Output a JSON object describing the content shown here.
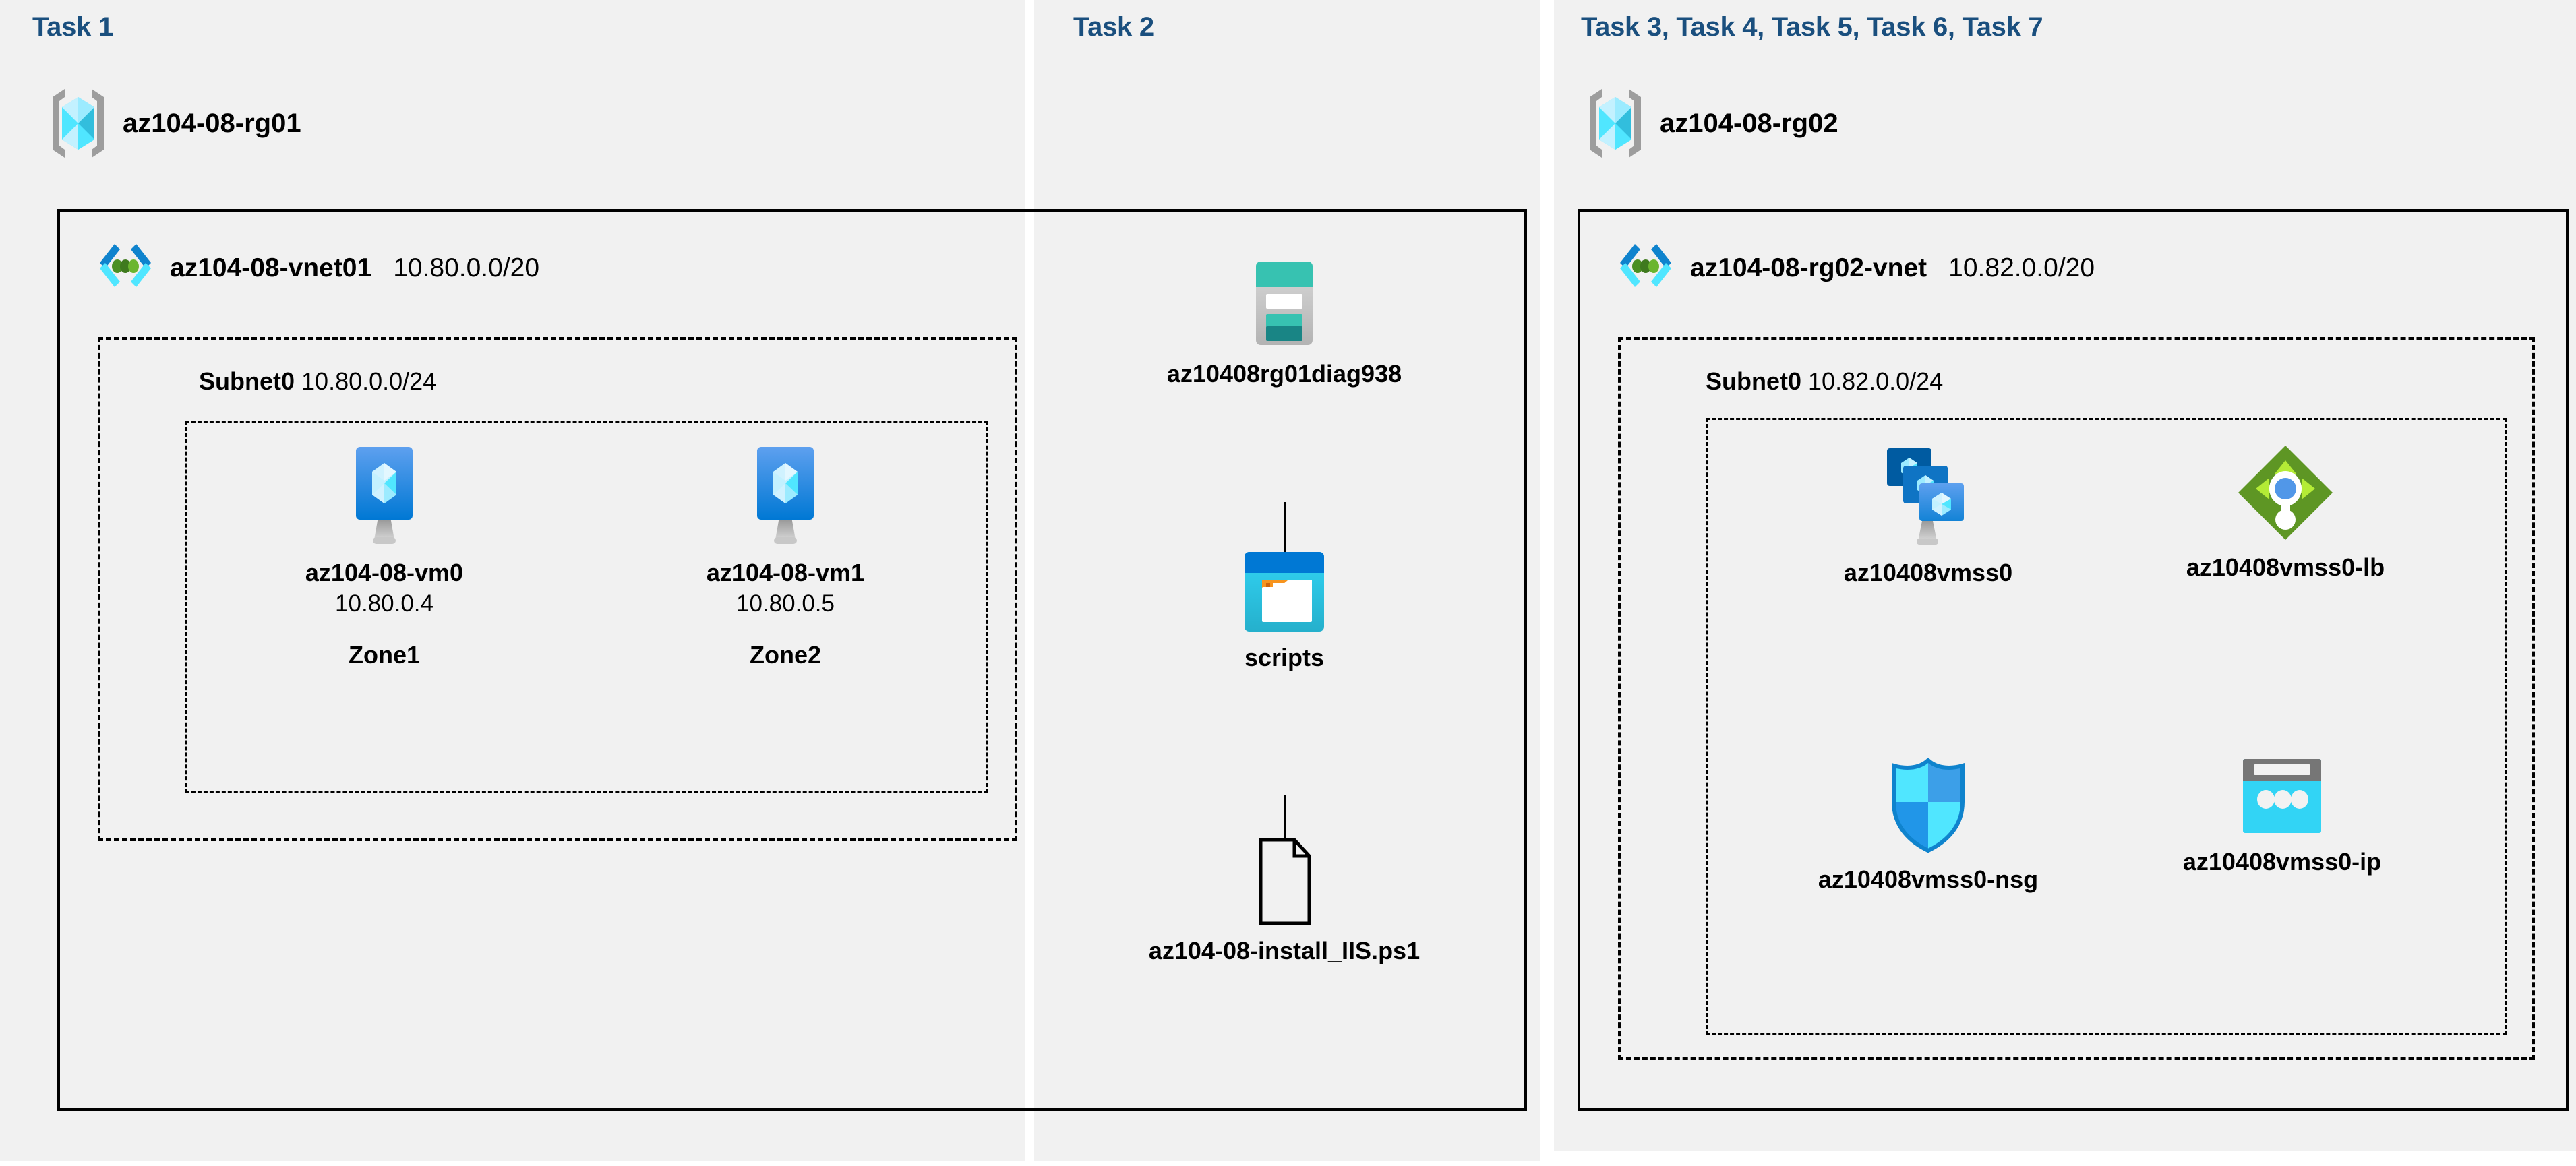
{
  "diagram": {
    "title": "Azure AZ-104-08 lab architecture",
    "accent_color": "#1a4f7e",
    "panel_bg": "#f1f1f1"
  },
  "panels": [
    {
      "id": "panel-1",
      "task_header": "Task 1",
      "resource_group": {
        "name": "az104-08-rg01",
        "icon": "resource-group-icon"
      }
    },
    {
      "id": "panel-2",
      "task_header": "Task 2"
    },
    {
      "id": "panel-3",
      "task_header": "Task 3, Task 4, Task 5, Task 6, Task 7",
      "resource_group": {
        "name": "az104-08-rg02",
        "icon": "resource-group-icon"
      }
    }
  ],
  "vnets": [
    {
      "id": "vnet01",
      "name": "az104-08-vnet01",
      "cidr": "10.80.0.0/20",
      "icon": "virtual-network-icon",
      "subnet": {
        "name": "Subnet0",
        "cidr": "10.80.0.0/24"
      }
    },
    {
      "id": "vnet02",
      "name": "az104-08-rg02-vnet",
      "cidr": "10.82.0.0/20",
      "icon": "virtual-network-icon",
      "subnet": {
        "name": "Subnet0",
        "cidr": "10.82.0.0/24"
      }
    }
  ],
  "vms": [
    {
      "name": "az104-08-vm0",
      "ip": "10.80.0.4",
      "zone": "Zone1",
      "icon": "virtual-machine-icon"
    },
    {
      "name": "az104-08-vm1",
      "ip": "10.80.0.5",
      "zone": "Zone2",
      "icon": "virtual-machine-icon"
    }
  ],
  "storage": {
    "account": {
      "name": "az10408rg01diag938",
      "icon": "storage-account-icon"
    },
    "container": {
      "name": "scripts",
      "icon": "blob-container-icon"
    },
    "file": {
      "name": "az104-08-install_IIS.ps1",
      "icon": "file-icon"
    }
  },
  "scale_set_resources": [
    {
      "name": "az10408vmss0",
      "icon": "vm-scale-set-icon"
    },
    {
      "name": "az10408vmss0-lb",
      "icon": "load-balancer-icon"
    },
    {
      "name": "az10408vmss0-nsg",
      "icon": "network-security-group-icon"
    },
    {
      "name": "az10408vmss0-ip",
      "icon": "public-ip-address-icon"
    }
  ]
}
